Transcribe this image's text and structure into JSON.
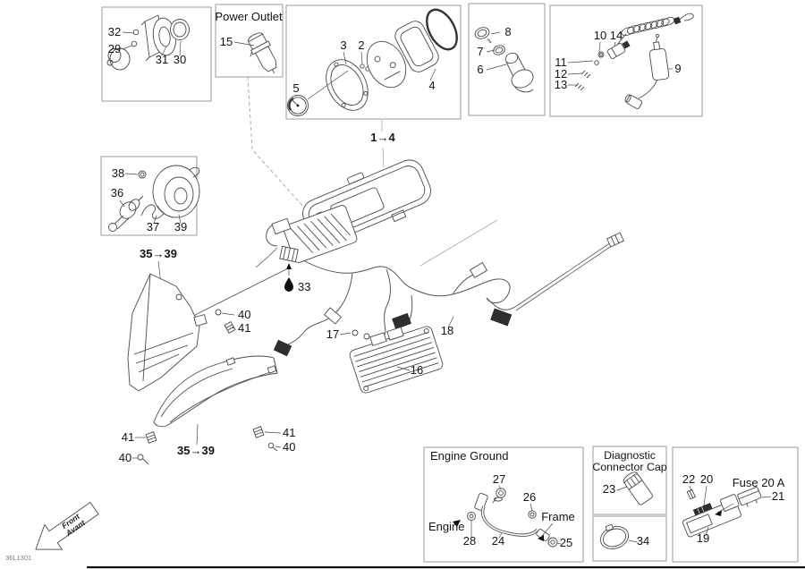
{
  "diagram": {
    "doc_code": "36L1301",
    "boxes": {
      "power_outlet_title": "Power Outlet",
      "engine_ground_title": "Engine Ground",
      "diagnostic_title_line1": "Diagnostic",
      "diagnostic_title_line2": "Connector Cap",
      "fuse_label": "Fuse 20 A"
    },
    "callouts": {
      "r1_4": "1→4",
      "r35_39": "35→39",
      "2": "2",
      "3": "3",
      "4": "4",
      "5": "5",
      "6": "6",
      "7": "7",
      "8": "8",
      "9": "9",
      "10": "10",
      "11": "11",
      "12": "12",
      "13": "13",
      "14": "14",
      "15": "15",
      "16": "16",
      "17": "17",
      "18": "18",
      "19": "19",
      "20": "20",
      "21": "21",
      "22": "22",
      "23": "23",
      "24": "24",
      "25": "25",
      "26": "26",
      "27": "27",
      "28": "28",
      "29": "29",
      "30": "30",
      "31": "31",
      "32": "32",
      "33": "33",
      "34": "34",
      "36": "36",
      "37": "37",
      "38": "38",
      "39": "39",
      "40": "40",
      "41": "41"
    },
    "annotations": {
      "engine": "Engine",
      "frame": "Frame",
      "front": "Front",
      "avant": "Avant"
    },
    "colors": {
      "line": "#4a4a4a",
      "label": "#141414",
      "box_border": "#9b9b9b",
      "background": "#ffffff"
    }
  }
}
